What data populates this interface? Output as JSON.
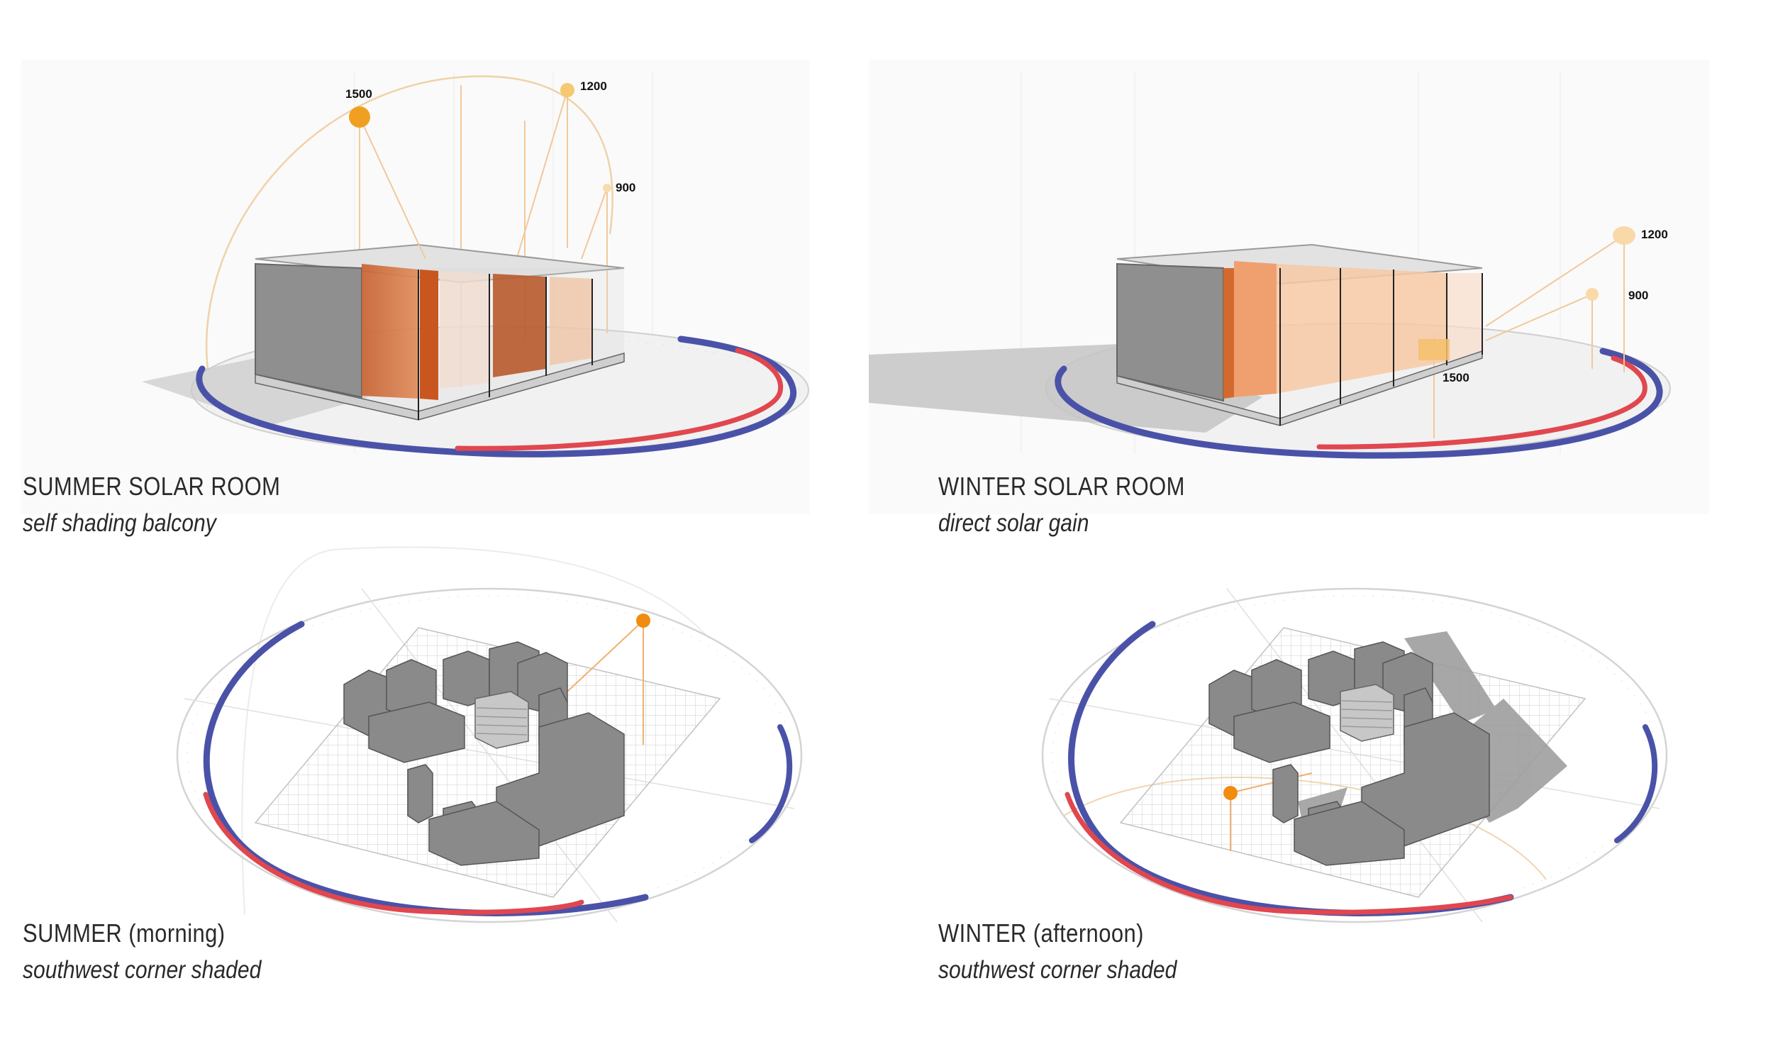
{
  "panels": [
    {
      "title": "SUMMER SOLAR ROOM",
      "subtitle": "self shading balcony",
      "sun_labels": [
        "1500",
        "1200",
        "900"
      ]
    },
    {
      "title": "WINTER SOLAR ROOM",
      "subtitle": "direct solar gain",
      "sun_labels": [
        "1200",
        "900",
        "1500"
      ]
    },
    {
      "title": "SUMMER (morning)",
      "subtitle": "southwest corner shaded"
    },
    {
      "title": "WINTER (afternoon)",
      "subtitle": "southwest corner shaded"
    }
  ],
  "colors": {
    "ring_blue": "#4a52a8",
    "ring_red": "#e0474f",
    "sun_summer": "#f0a020",
    "sun_winter": "#f4b860",
    "sun_diagram": "#f08c10",
    "glazing_orange": "#d2703a",
    "glazing_light": "#f7c9a6",
    "wall_gray": "#8f8f8f",
    "block_gray": "#8a8a8a"
  }
}
